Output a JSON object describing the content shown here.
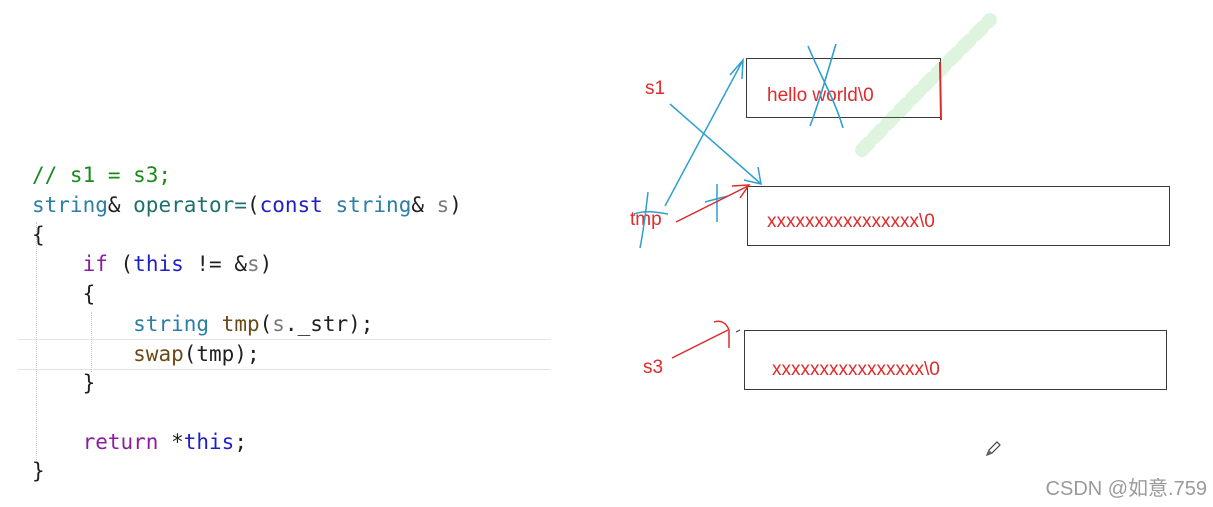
{
  "code": {
    "lines": [
      [
        {
          "t": "// s1 = s3;",
          "c": "comment"
        }
      ],
      [
        {
          "t": "string",
          "c": "type"
        },
        {
          "t": "& ",
          "c": "plain"
        },
        {
          "t": "operator=",
          "c": "op"
        },
        {
          "t": "(",
          "c": "plain"
        },
        {
          "t": "const",
          "c": "kwblue"
        },
        {
          "t": " ",
          "c": "plain"
        },
        {
          "t": "string",
          "c": "type"
        },
        {
          "t": "& ",
          "c": "plain"
        },
        {
          "t": "s",
          "c": "param"
        },
        {
          "t": ")",
          "c": "plain"
        }
      ],
      [
        {
          "t": "{",
          "c": "plain"
        }
      ],
      [
        {
          "t": "    ",
          "c": "plain"
        },
        {
          "t": "if",
          "c": "kwpurple"
        },
        {
          "t": " (",
          "c": "plain"
        },
        {
          "t": "this",
          "c": "kwblue"
        },
        {
          "t": " != &",
          "c": "plain"
        },
        {
          "t": "s",
          "c": "param"
        },
        {
          "t": ")",
          "c": "plain"
        }
      ],
      [
        {
          "t": "    {",
          "c": "plain"
        }
      ],
      [
        {
          "t": "        ",
          "c": "plain"
        },
        {
          "t": "string",
          "c": "type"
        },
        {
          "t": " ",
          "c": "plain"
        },
        {
          "t": "tmp",
          "c": "func"
        },
        {
          "t": "(",
          "c": "plain"
        },
        {
          "t": "s",
          "c": "param"
        },
        {
          "t": "._str);",
          "c": "plain"
        }
      ],
      [
        {
          "t": "        ",
          "c": "plain"
        },
        {
          "t": "swap",
          "c": "func"
        },
        {
          "t": "(tmp);",
          "c": "plain"
        }
      ],
      [
        {
          "t": "    }",
          "c": "plain"
        }
      ],
      [
        {
          "t": "",
          "c": "plain"
        }
      ],
      [
        {
          "t": "    ",
          "c": "plain"
        },
        {
          "t": "return",
          "c": "kwpurple"
        },
        {
          "t": " *",
          "c": "plain"
        },
        {
          "t": "this",
          "c": "kwblue"
        },
        {
          "t": ";",
          "c": "plain"
        }
      ],
      [
        {
          "t": "}",
          "c": "plain"
        }
      ]
    ]
  },
  "diagram": {
    "pointers": {
      "s1": "s1",
      "tmp": "tmp",
      "s3": "s3"
    },
    "boxes": {
      "s1_content": "hello world\\0",
      "tmp_content": "xxxxxxxxxxxxxxxx\\0",
      "s3_content": "xxxxxxxxxxxxxxxx\\0"
    }
  },
  "watermark": "CSDN @如意.759",
  "colors": {
    "ink_red": "#e02a2a",
    "ink_blue": "#2f9fd0",
    "box_border": "#3a3a3a",
    "watermark": "#9a9a9a"
  },
  "icons": {
    "cursor": "pencil-icon"
  }
}
